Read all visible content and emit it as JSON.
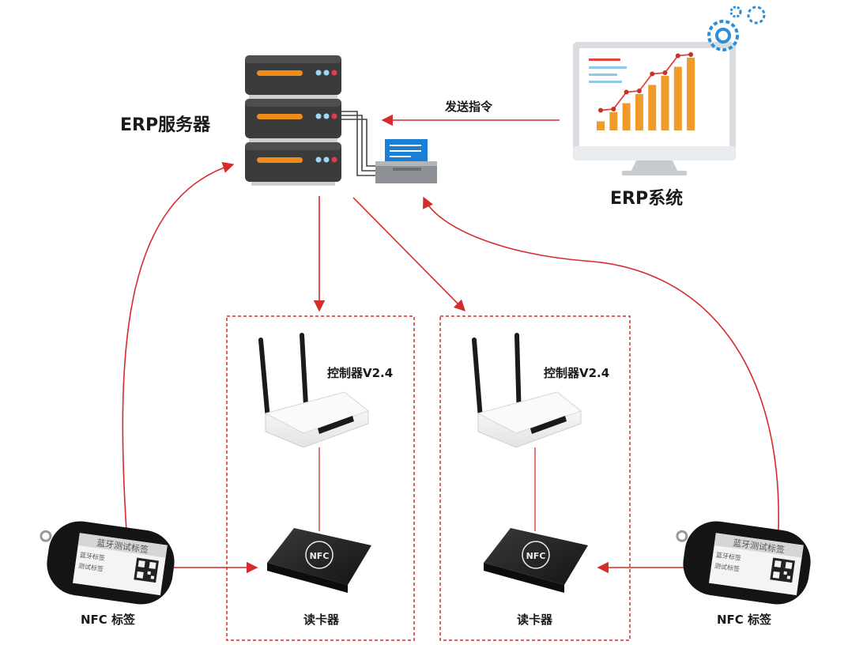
{
  "server": {
    "label": "ERP服务器"
  },
  "erp_system": {
    "label": "ERP系统"
  },
  "send_command": {
    "label": "发送指令"
  },
  "controllers": [
    {
      "label": "控制器V2.4"
    },
    {
      "label": "控制器V2.4"
    }
  ],
  "readers": [
    {
      "label": "读卡器"
    },
    {
      "label": "读卡器"
    }
  ],
  "nfc_tags": [
    {
      "label": "NFC 标签",
      "screen_title": "蓝牙测试标签",
      "line1": "蓝牙标签",
      "line2": "测试标签"
    },
    {
      "label": "NFC 标签",
      "screen_title": "蓝牙测试标签",
      "line1": "蓝牙标签",
      "line2": "测试标签"
    }
  ],
  "reader_logo": "NFC",
  "colors": {
    "arrow": "#d62b2b",
    "server_body": "#3b3b3b",
    "server_accent": "#f08c1a",
    "chart_bar": "#f09a2a",
    "monitor_frame": "#d9dde2",
    "gear": "#2a8fd8"
  },
  "chart_data": {
    "type": "bar",
    "values": [
      1,
      2,
      3,
      4,
      5,
      6,
      7,
      8
    ],
    "trend_line": true
  }
}
